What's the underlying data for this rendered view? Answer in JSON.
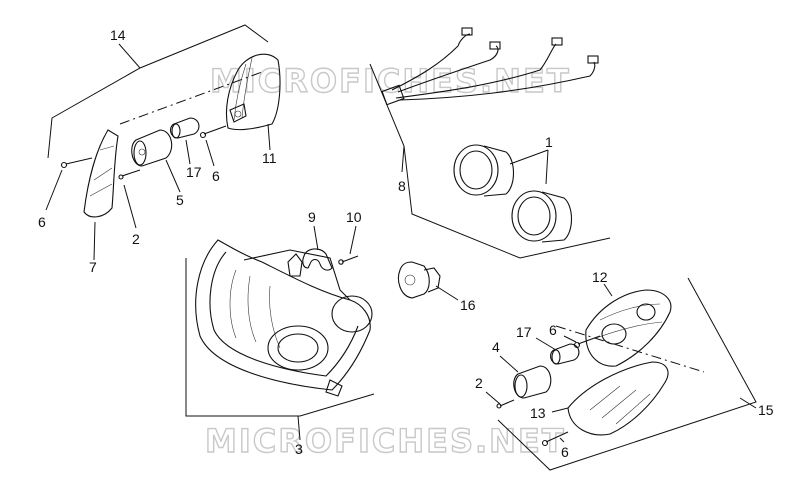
{
  "watermark": {
    "top": "MICROFICHES.NET",
    "bottom": "MICROFICHES.NET"
  },
  "callouts": {
    "n1": "1",
    "n2a": "2",
    "n2b": "2",
    "n3": "3",
    "n4": "4",
    "n5": "5",
    "n6a": "6",
    "n6b": "6",
    "n6c": "6",
    "n6d": "6",
    "n7": "7",
    "n8": "8",
    "n9": "9",
    "n10": "10",
    "n11": "11",
    "n12": "12",
    "n13": "13",
    "n14": "14",
    "n15": "15",
    "n16": "16",
    "n17a": "17",
    "n17b": "17"
  }
}
